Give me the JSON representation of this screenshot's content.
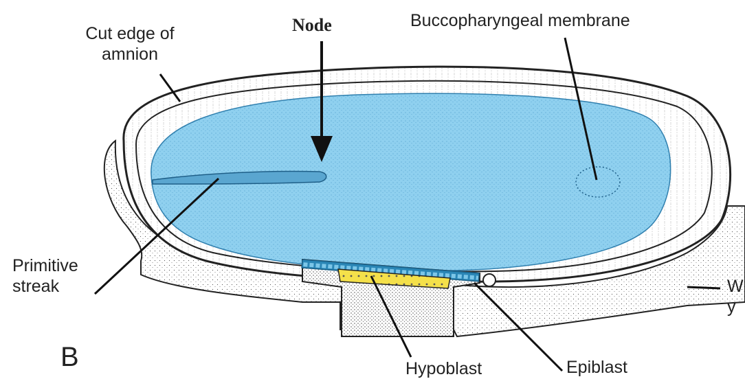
{
  "figure": {
    "panel_letter": "B",
    "labels": {
      "node": "Node",
      "cut_edge_line1": "Cut edge of",
      "cut_edge_line2": "amnion",
      "buccopharyngeal": "Buccopharyngeal membrane",
      "primitive_line1": "Primitive",
      "primitive_line2": "streak",
      "hypoblast": "Hypoblast",
      "epiblast": "Epiblast",
      "cutoff_line1": "W",
      "cutoff_line2": "y"
    },
    "colors": {
      "embryonic_disc": "#8fd0ef",
      "epiblast_layer": "#1f7fb0",
      "hypoblast_layer": "#f4e04a",
      "outline": "#222222",
      "stipple": "#555555"
    }
  }
}
